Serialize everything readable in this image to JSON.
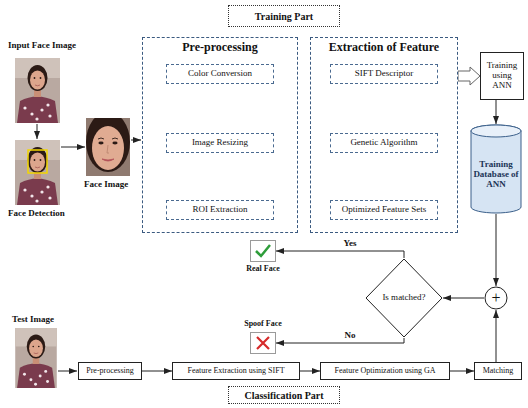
{
  "diagram": {
    "nodes": [
      {
        "text": [
          "Training Part"
        ]
      },
      {
        "text": [
          "Pre-processing"
        ]
      },
      {
        "text": [
          "Color Conversion"
        ],
        "in": 1
      },
      {
        "text": [
          "Image Resizing"
        ],
        "in": 1
      },
      {
        "text": [
          "ROI Extraction"
        ],
        "in": 1
      },
      {
        "text": [
          "Extraction of Feature"
        ]
      },
      {
        "text": [
          "SIFT Descriptor"
        ],
        "in": 5
      },
      {
        "text": [
          "Genetic Algorithm"
        ],
        "in": 5
      },
      {
        "text": [
          "Optimized Feature Sets"
        ],
        "in": 5
      },
      {
        "text": [
          "Training using ANN"
        ]
      },
      {
        "text": [
          "Training Database of ANN"
        ]
      },
      {
        "text": [
          "Real Face"
        ]
      },
      {
        "text": [
          "Is matched?"
        ]
      },
      {
        "text": [
          "+"
        ]
      },
      {
        "text": [
          "Spoof Face"
        ]
      },
      {
        "text": [
          "Pre-processing"
        ]
      },
      {
        "text": [
          "Feature Extraction using SIFT"
        ]
      },
      {
        "text": [
          "Feature Optimization using GA"
        ]
      },
      {
        "text": [
          "Matching"
        ]
      },
      {
        "text": [
          "Classification Part"
        ]
      }
    ],
    "edges": [
      {
        "from": 2,
        "to": 3,
        "arrow": "to"
      },
      {
        "from": 3,
        "to": 4,
        "arrow": "to"
      },
      {
        "from": 6,
        "to": 7,
        "arrow": "to"
      },
      {
        "from": 7,
        "to": 8,
        "arrow": "to"
      },
      {
        "from": 5,
        "to": 9,
        "arrow": "to"
      },
      {
        "from": 9,
        "to": 10,
        "arrow": "to"
      },
      {
        "from": 10,
        "to": 13,
        "arrow": "to"
      },
      {
        "from": 18,
        "to": 13,
        "arrow": "to"
      },
      {
        "from": 13,
        "to": 12,
        "arrow": "to"
      },
      {
        "from": 12,
        "to": 11,
        "label": "Yes",
        "arrow": "to"
      },
      {
        "from": 12,
        "to": 14,
        "label": "No",
        "arrow": "to"
      },
      {
        "from": 15,
        "to": 16,
        "arrow": "to"
      },
      {
        "from": 16,
        "to": 17,
        "arrow": "to"
      },
      {
        "from": 17,
        "to": 18,
        "arrow": "to"
      }
    ],
    "labels": [
      "Input Face Image",
      "Face Detection",
      "Face Image",
      "Test Image"
    ]
  }
}
